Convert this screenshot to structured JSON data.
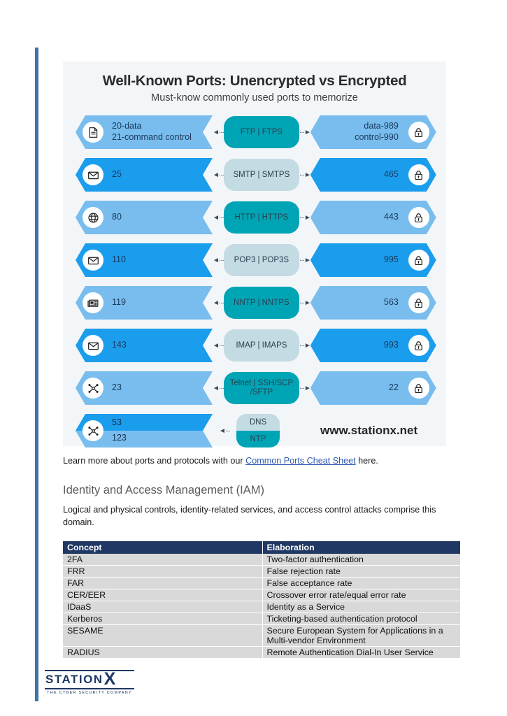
{
  "infographic": {
    "title": "Well-Known Ports: Unencrypted vs Encrypted",
    "subtitle": "Must-know commonly used ports to memorize",
    "website": "www.stationx.net",
    "rows": [
      {
        "icon": "file-document-icon",
        "left_ports": "20-data\n21-command control",
        "protocol": "FTP | FTPS",
        "right_ports": "data-989\ncontrol-990",
        "right_icon": "padlock-icon",
        "shade": "light",
        "pill": "teal"
      },
      {
        "icon": "envelope-icon",
        "left_ports": "25",
        "protocol": "SMTP | SMTPS",
        "right_ports": "465",
        "right_icon": "padlock-icon",
        "shade": "dark",
        "pill": "pale"
      },
      {
        "icon": "globe-icon",
        "left_ports": "80",
        "protocol": "HTTP | HTTPS",
        "right_ports": "443",
        "right_icon": "padlock-icon",
        "shade": "light",
        "pill": "teal"
      },
      {
        "icon": "envelope-icon",
        "left_ports": "110",
        "protocol": "POP3 | POP3S",
        "right_ports": "995",
        "right_icon": "padlock-icon",
        "shade": "dark",
        "pill": "pale"
      },
      {
        "icon": "newspaper-icon",
        "left_ports": "119",
        "protocol": "NNTP | NNTPS",
        "right_ports": "563",
        "right_icon": "padlock-icon",
        "shade": "light",
        "pill": "teal"
      },
      {
        "icon": "envelope-icon",
        "left_ports": "143",
        "protocol": "IMAP | IMAPS",
        "right_ports": "993",
        "right_icon": "padlock-icon",
        "shade": "dark",
        "pill": "pale"
      },
      {
        "icon": "network-nodes-icon",
        "left_ports": "23",
        "protocol": "Telnet | SSH/SCP /SFTP",
        "right_ports": "22",
        "right_icon": "padlock-icon",
        "shade": "light",
        "pill": "teal"
      }
    ],
    "final_row": {
      "icon": "network-nodes-icon",
      "port_top": "53",
      "port_bottom": "123",
      "label_top": "DNS",
      "label_bottom": "NTP"
    }
  },
  "body": {
    "learn_prefix": "Learn more about ports and protocols with our ",
    "learn_link": "Common Ports Cheat Sheet",
    "learn_suffix": " here.",
    "section_heading": "Identity and Access Management (IAM)",
    "section_paragraph": "Logical and physical controls, identity-related services, and access control attacks comprise this domain."
  },
  "table": {
    "headers": [
      "Concept",
      "Elaboration"
    ],
    "rows": [
      [
        "2FA",
        "Two-factor authentication"
      ],
      [
        "FRR",
        "False rejection rate"
      ],
      [
        "FAR",
        "False acceptance rate"
      ],
      [
        "CER/EER",
        "Crossover error rate/equal error rate"
      ],
      [
        "IDaaS",
        "Identity as a Service"
      ],
      [
        "Kerberos",
        "Ticketing-based authentication protocol"
      ],
      [
        "SESAME",
        "Secure European System for Applications in a Multi-vendor Environment"
      ],
      [
        "RADIUS",
        "Remote Authentication Dial-In User Service"
      ]
    ]
  },
  "logo": {
    "name_main": "STATION",
    "name_x": "X",
    "tagline": "THE CYBER SECURITY COMPANY"
  },
  "colors": {
    "accent_bar": "#3d74ab",
    "panel_bg": "#f3f6f9",
    "hex_dark": "#1b9dee",
    "hex_light": "#78bdee",
    "pill_teal": "#00a5b5",
    "pill_pale": "#c3dbe2",
    "table_header": "#1f3864",
    "table_cell": "#d9d9d9",
    "link": "#2d5ab3"
  }
}
